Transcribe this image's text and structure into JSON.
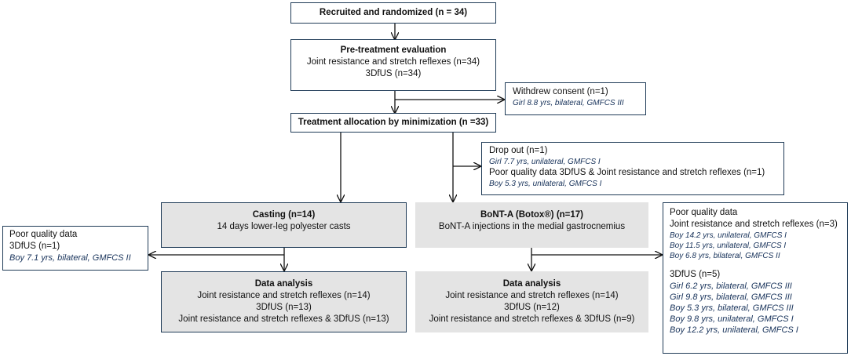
{
  "recruited": "Recruited and randomized (n = 34)",
  "pretreatment": {
    "title": "Pre-treatment evaluation",
    "line1": "Joint resistance and stretch reflexes (n=34)",
    "line2": "3DfUS (n=34)"
  },
  "withdrew": {
    "title": "Withdrew consent (n=1)",
    "detail": "Girl 8.8 yrs, bilateral, GMFCS III"
  },
  "allocation": "Treatment allocation by minimization (n =33)",
  "dropout": {
    "title": "Drop out (n=1)",
    "detail1": "Girl 7.7 yrs, unilateral, GMFCS I",
    "poor": "Poor quality data 3DfUS & Joint resistance and stretch reflexes  (n=1)",
    "detail2": "Boy 5.3 yrs, unilateral, GMFCS I"
  },
  "casting": {
    "title": "Casting (n=14)",
    "subtitle": "14 days lower-leg polyester casts"
  },
  "bonta": {
    "title": "BoNT-A (Botox®) (n=17)",
    "subtitle": "BoNT-A injections in the medial gastrocnemius"
  },
  "left_poor": {
    "title": "Poor quality data",
    "line1": "3DfUS (n=1)",
    "detail": "Boy 7.1 yrs, bilateral, GMFCS II"
  },
  "right_poor": {
    "title": "Poor quality data",
    "joint_title": "Joint resistance and stretch reflexes (n=3)",
    "joint_details": [
      "Boy 14.2 yrs, unilateral, GMFCS I",
      "Boy 11.5 yrs, unilateral, GMFCS I",
      "Boy 6.8 yrs, bilateral, GMFCS II"
    ],
    "us_title": "3DfUS (n=5)",
    "us_details": [
      "Girl 6.2 yrs, bilateral, GMFCS III",
      "Girl 9.8 yrs, bilateral, GMFCS III",
      "Boy 5.3 yrs, bilateral, GMFCS III",
      "Boy 9.8 yrs, unilateral, GMFCS I",
      "Boy 12.2 yrs, unilateral, GMFCS I"
    ]
  },
  "analysis_casting": {
    "title": "Data analysis",
    "line1": "Joint resistance and stretch reflexes (n=14)",
    "line2": "3DfUS (n=13)",
    "line3": "Joint resistance and stretch reflexes & 3DfUS (n=13)"
  },
  "analysis_bonta": {
    "title": "Data analysis",
    "line1": "Joint resistance and stretch reflexes (n=14)",
    "line2": "3DfUS (n=12)",
    "line3": "Joint resistance and stretch reflexes & 3DfUS (n=9)"
  }
}
